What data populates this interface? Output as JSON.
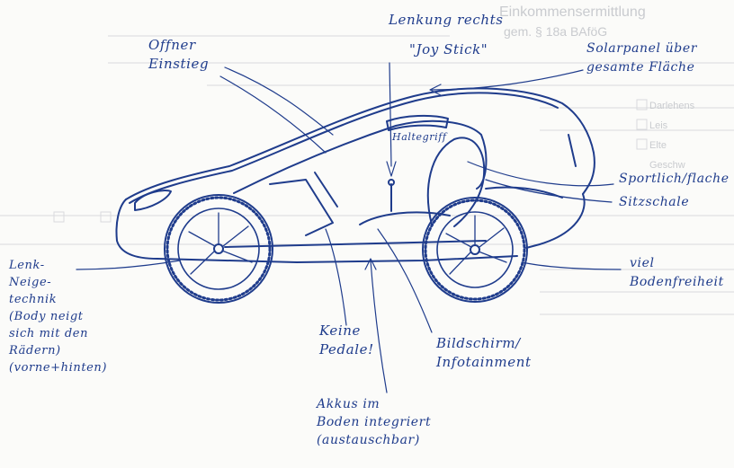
{
  "form_background": {
    "title": "Einkommensermittlung",
    "subtitle": "gem. § 18a BAföG",
    "checkbox_labels": [
      "Darlehens",
      "Leis",
      "Elte",
      "Geschw"
    ]
  },
  "annotations": {
    "open_entry": "Offner\nEinstieg",
    "steering_right": "Lenkung rechts",
    "joystick": "\"Joy Stick\"",
    "solar_panel": "Solarpanel über\ngesamte Fläche",
    "handle": "Haltegriff",
    "sporty_seat": "Sportlich/flache\nSitzschale",
    "ground_clearance": "viel\nBodenfreiheit",
    "lean_steering": "Lenk-\nNeige-\ntechnik\n(Body neigt\nsich mit den\nRädern)\n(vorne+hinten)",
    "no_pedals": "Keine\nPedale!",
    "screen": "Bildschirm/\nInfotainment",
    "battery": "Akkus im\nBoden integriert\n(austauschbar)"
  },
  "colors": {
    "ink": "#1f3c8c",
    "paper": "#fbfbf9",
    "faint_form": "#c9cbcf"
  }
}
